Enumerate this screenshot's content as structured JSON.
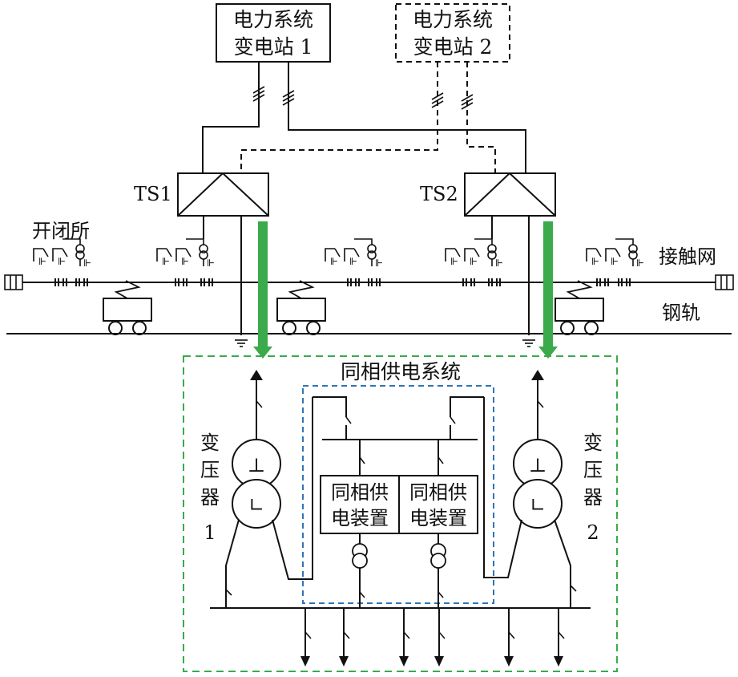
{
  "substation1": {
    "line1": "电力系统",
    "line2": "变电站 1"
  },
  "substation2": {
    "line1": "电力系统",
    "line2": "变电站 2"
  },
  "ts1_label": "TS1",
  "ts2_label": "TS2",
  "sectioning_post_label": "开闭所",
  "catenary_label": "接触网",
  "rail_label": "钢轨",
  "cophase_system_label": "同相供电系统",
  "transformer1": {
    "c1": "变",
    "c2": "压",
    "c3": "器",
    "c4": "1"
  },
  "transformer2": {
    "c1": "变",
    "c2": "压",
    "c3": "器",
    "c4": "2"
  },
  "device1": {
    "line1": "同相供",
    "line2": "电装置"
  },
  "device2": {
    "line1": "同相供",
    "line2": "电装置"
  },
  "colors": {
    "green_arrow": "#3aaa4a",
    "green_box": "#3aaa4a",
    "blue_box": "#2e75b6",
    "line": "#111111"
  }
}
